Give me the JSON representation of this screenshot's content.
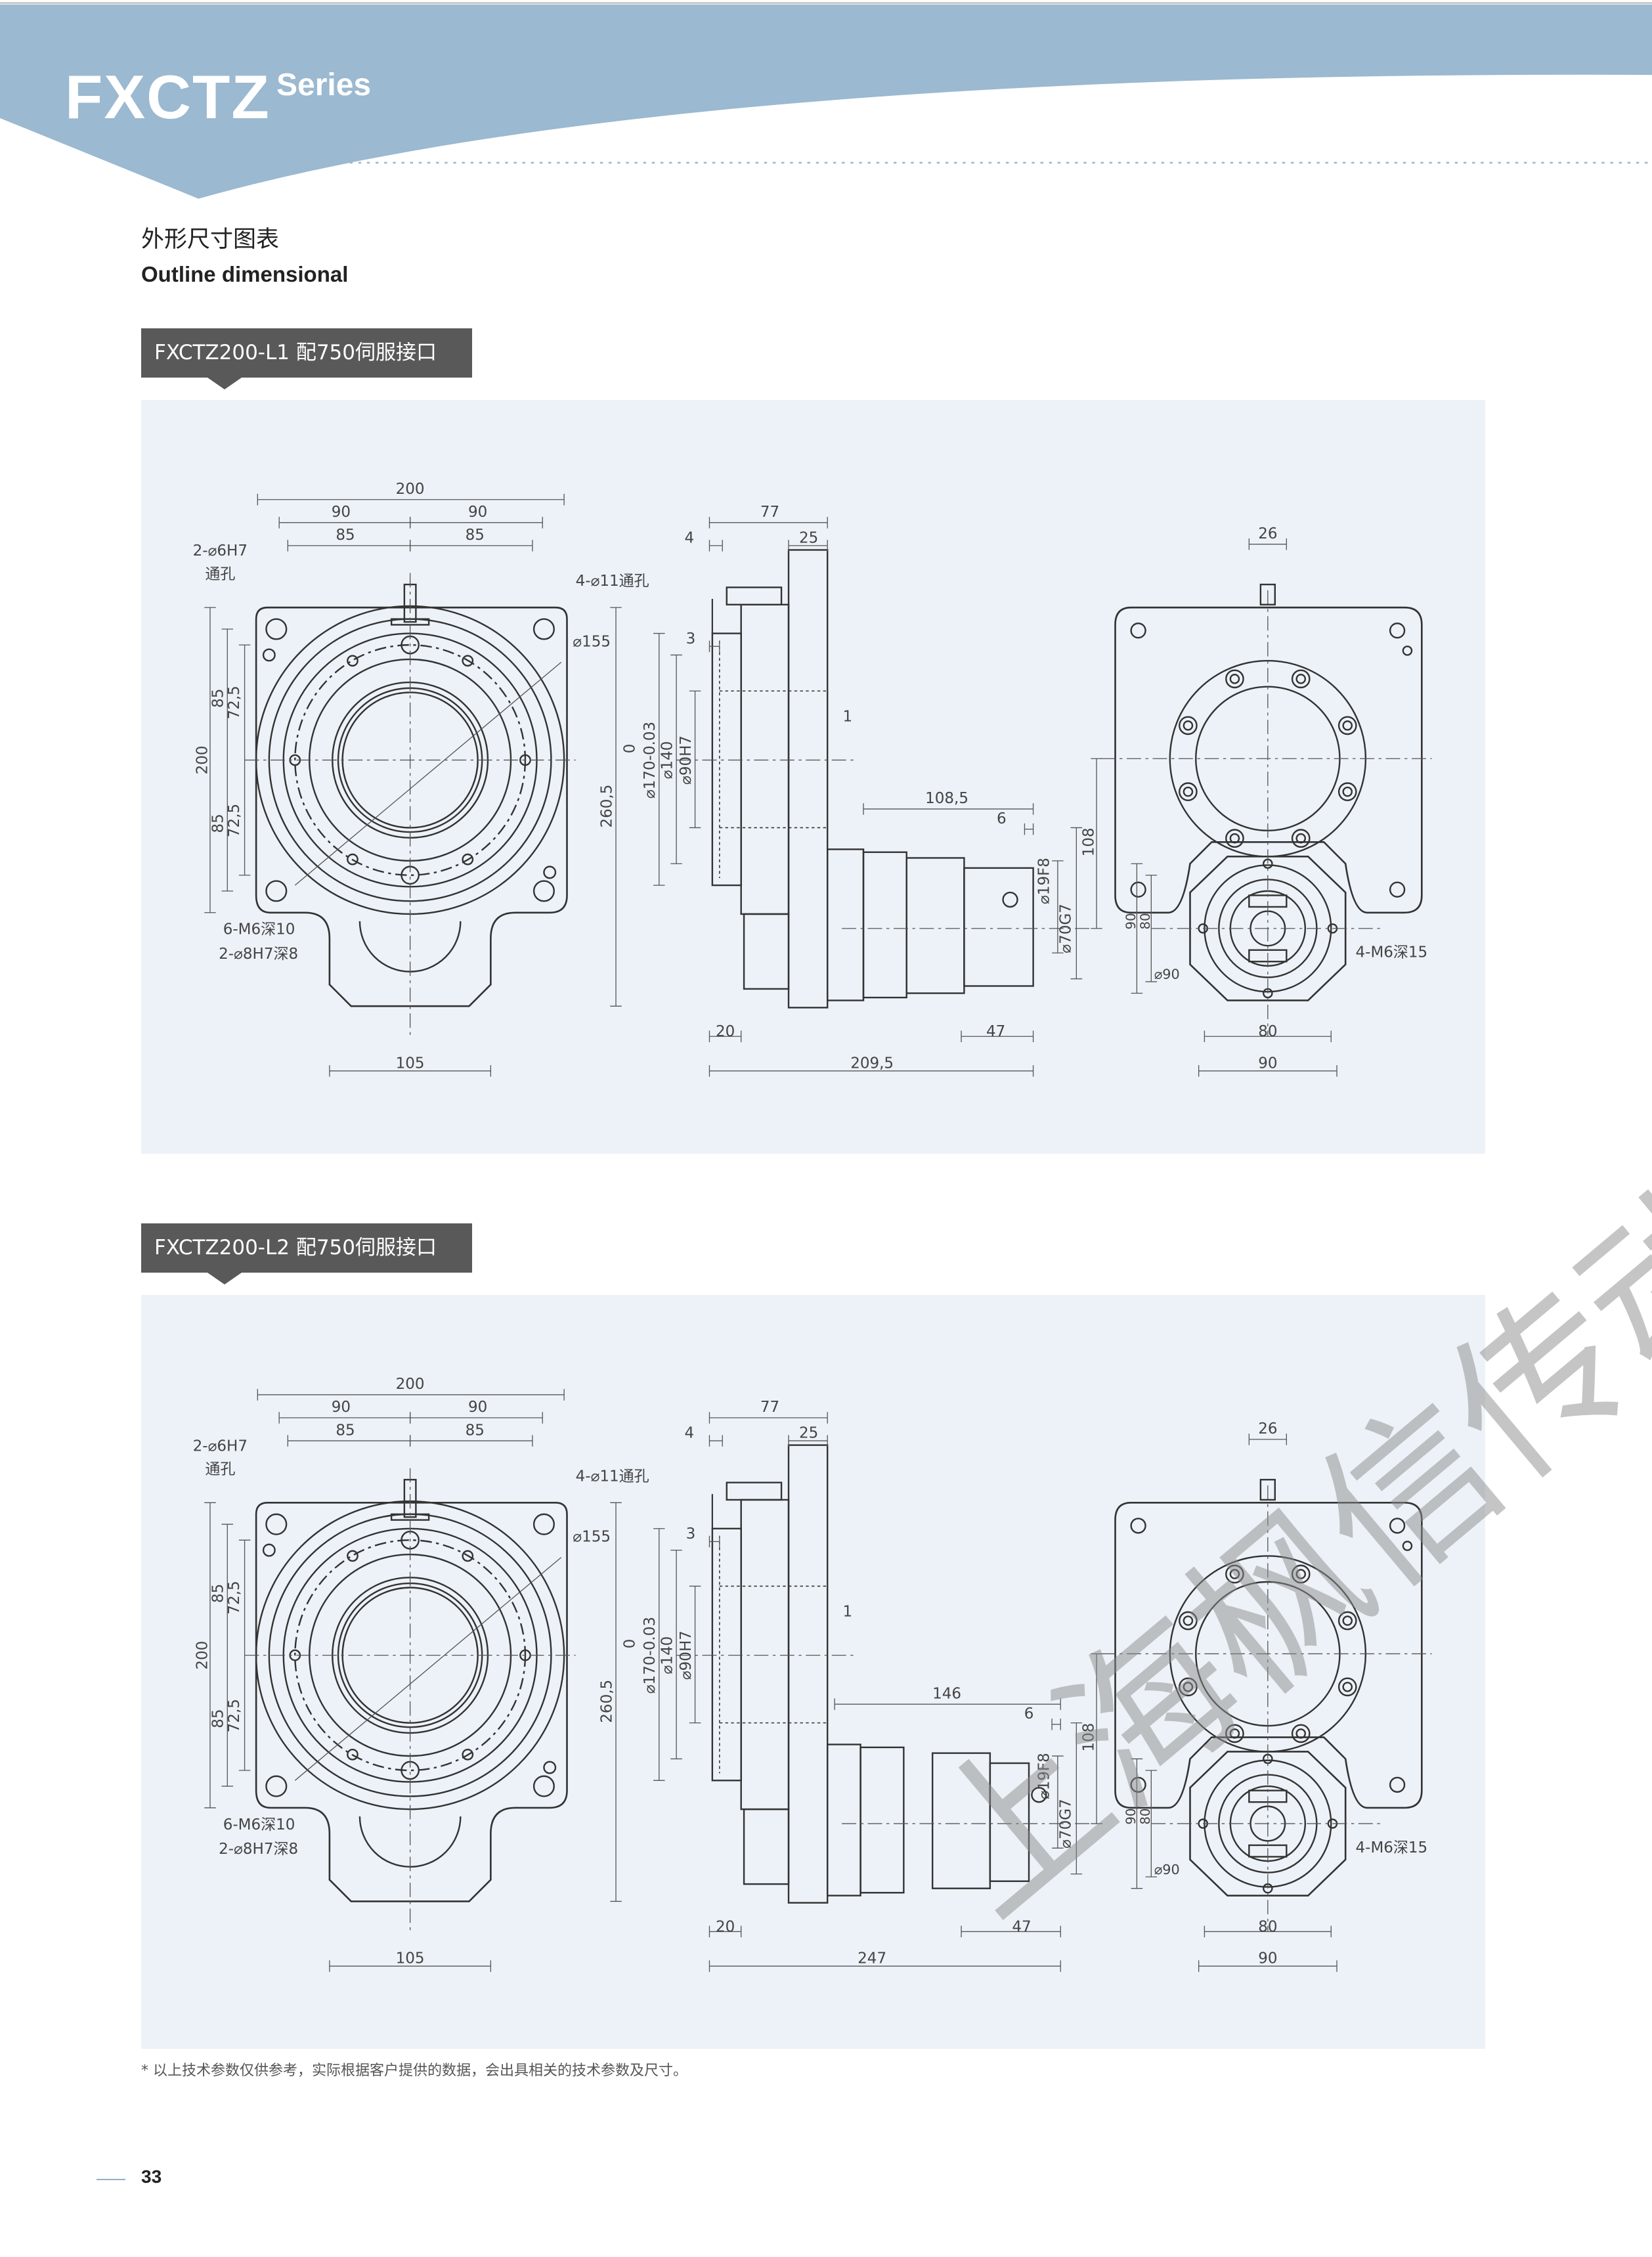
{
  "header": {
    "brand": "FXCTZ",
    "brand_sub": "Series",
    "band_color": "#9bb9d0"
  },
  "section": {
    "title_cn": "外形尺寸图表",
    "title_en": "Outline dimensional"
  },
  "drawings": [
    {
      "label": "FXCTZ200-L1 配750伺服接口",
      "front": {
        "w200": "200",
        "a90": "90",
        "b90": "90",
        "a85": "85",
        "b85": "85",
        "pin": "2-⌀6H7",
        "pin2": "通孔",
        "holes": "4-⌀11通孔",
        "d155": "⌀155",
        "h200": "200",
        "h85a": "85",
        "h72a": "72,5",
        "h85b": "85",
        "h72b": "72,5",
        "h260": "260,5",
        "m6": "6-M6深10",
        "pin8": "2-⌀8H7深8",
        "w105": "105"
      },
      "side": {
        "w77": "77",
        "w4": "4",
        "w25": "25",
        "w3": "3",
        "w1": "1",
        "tol0": "0",
        "d170": "⌀170-0.03",
        "d140": "⌀140",
        "d90": "⌀90H7",
        "motor_len": "108,5",
        "w6": "6",
        "d19": "⌀19F8",
        "d70": "⌀70G7",
        "w20": "20",
        "w47": "47",
        "total": "209,5"
      },
      "rear": {
        "w26": "26",
        "h108": "108",
        "h90": "90",
        "h80": "80",
        "d90": "⌀90",
        "m6": "4-M6深15",
        "w80": "80",
        "w90": "90"
      }
    },
    {
      "label": "FXCTZ200-L2 配750伺服接口",
      "front": {
        "w200": "200",
        "a90": "90",
        "b90": "90",
        "a85": "85",
        "b85": "85",
        "pin": "2-⌀6H7",
        "pin2": "通孔",
        "holes": "4-⌀11通孔",
        "d155": "⌀155",
        "h200": "200",
        "h85a": "85",
        "h72a": "72,5",
        "h85b": "85",
        "h72b": "72,5",
        "h260": "260,5",
        "m6": "6-M6深10",
        "pin8": "2-⌀8H7深8",
        "w105": "105"
      },
      "side": {
        "w77": "77",
        "w4": "4",
        "w25": "25",
        "w3": "3",
        "w1": "1",
        "tol0": "0",
        "d170": "⌀170-0.03",
        "d140": "⌀140",
        "d90": "⌀90H7",
        "motor_len": "146",
        "w6": "6",
        "d19": "⌀19F8",
        "d70": "⌀70G7",
        "w20": "20",
        "w47": "47",
        "total": "247"
      },
      "rear": {
        "w26": "26",
        "h108": "108",
        "h90": "90",
        "h80": "80",
        "d90": "⌀90",
        "m6": "4-M6深15",
        "w80": "80",
        "w90": "90"
      }
    }
  ],
  "watermark": "上海枫信传动",
  "footnote": "* 以上技术参数仅供参考，实际根据客户提供的数据，会出具相关的技术参数及尺寸。",
  "page_number": "33"
}
